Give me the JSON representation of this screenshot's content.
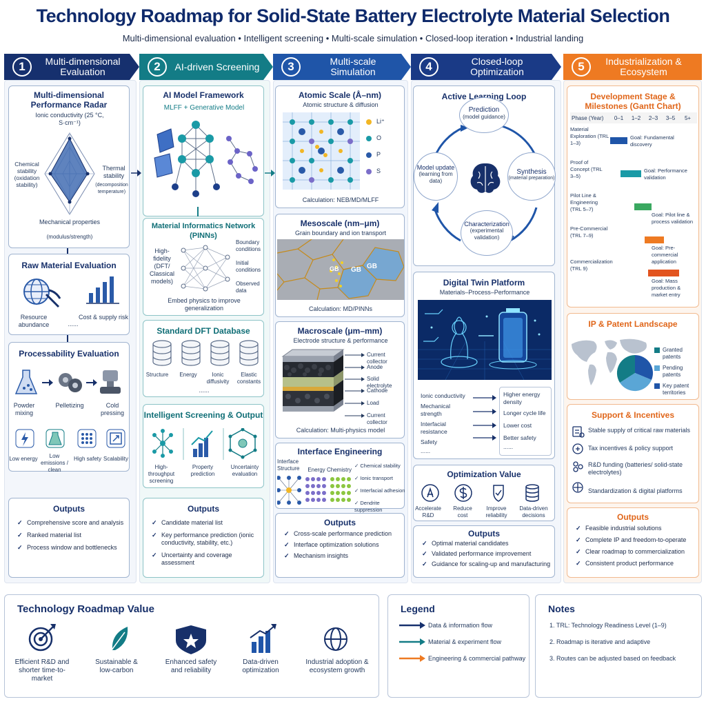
{
  "title": "Technology Roadmap for Solid-State Battery Electrolyte Material Selection",
  "subtitle": "Multi-dimensional evaluation • Intelligent screening • Multi-scale simulation • Closed-loop iteration • Industrial landing",
  "columns": [
    {
      "num": "1",
      "label": "Multi-dimensional Evaluation"
    },
    {
      "num": "2",
      "label": "AI-driven Screening"
    },
    {
      "num": "3",
      "label": "Multi-scale Simulation"
    },
    {
      "num": "4",
      "label": "Closed-loop Optimization"
    },
    {
      "num": "5",
      "label": "Industrialization & Ecosystem"
    }
  ],
  "c1": {
    "radar_title": "Multi-dimensional Performance Radar",
    "radar_top": "Ionic conductivity (25 °C, S·cm⁻¹)",
    "radar_left": "Chemical stability (oxidation stability)",
    "radar_right": "Thermal stability",
    "radar_right_sub": "(decomposition temperature)",
    "radar_bottom": "Mechanical properties",
    "radar_bottom_sub": "(modulus/strength)",
    "raw_title": "Raw Material Evaluation",
    "raw_a": "Resource abundance",
    "raw_dots": "......",
    "raw_b": "Cost & supply risk",
    "proc_title": "Processability Evaluation",
    "proc_steps": [
      "Powder mixing",
      "Pelletizing",
      "Cold pressing"
    ],
    "proc_attrs": [
      "Low energy",
      "Low emissions / clean",
      "High safety",
      "Scalability"
    ],
    "outputs_title": "Outputs",
    "outputs": [
      "Comprehensive score and analysis",
      "Ranked material list",
      "Process window and bottlenecks"
    ]
  },
  "c2": {
    "ai_title": "AI Model Framework",
    "ai_sub": "MLFF + Generative Model",
    "mi_title": "Material Informatics Network (PINNs)",
    "mi_left": "High-fidelity (DFT/ Classical models)",
    "mi_right": [
      "Boundary conditions",
      "Initial conditions",
      "Observed data"
    ],
    "mi_bottom": "Embed physics to improve generalization",
    "db_title": "Standard DFT Database",
    "db_items": [
      "Structure",
      "Energy",
      "Ionic diffusivity",
      "Elastic constants"
    ],
    "db_dots": "......",
    "is_title": "Intelligent Screening & Output",
    "is_items": [
      "High-throughput screening",
      "Property prediction",
      "Uncertainty evaluation"
    ],
    "outputs_title": "Outputs",
    "outputs": [
      "Candidate material list",
      "Key performance prediction (ionic conductivity, stability, etc.)",
      "Uncertainty and coverage assessment"
    ]
  },
  "c3": {
    "atomic_title": "Atomic Scale (Å–nm)",
    "atomic_sub": "Atomic structure & diffusion",
    "atoms": [
      "Li⁺",
      "O",
      "P",
      "S"
    ],
    "atomic_calc": "Calculation: NEB/MD/MLFF",
    "meso_title": "Mesoscale (nm–μm)",
    "meso_sub": "Grain boundary and ion transport",
    "gb": "GB",
    "meso_calc": "Calculation: MD/PINNs",
    "macro_title": "Macroscale (μm–mm)",
    "macro_sub": "Electrode structure & performance",
    "layers": [
      "Current collector",
      "Anode",
      "Solid electrolyte",
      "Cathode",
      "Load",
      "Current collector"
    ],
    "macro_calc": "Calculation: Multi-physics model",
    "ie_title": "Interface Engineering",
    "ie_items": [
      "Interface Structure",
      "Energy",
      "Chemistry"
    ],
    "ie_list": [
      "Chemical stability",
      "Ionic transport",
      "Interfacial adhesion",
      "Dendrite suppression"
    ],
    "outputs_title": "Outputs",
    "outputs": [
      "Cross-scale performance prediction",
      "Interface optimization solutions",
      "Mechanism insights"
    ]
  },
  "c4": {
    "al_title": "Active Learning Loop",
    "nodes": [
      {
        "t": "Prediction",
        "s": "(model guidance)"
      },
      {
        "t": "Synthesis",
        "s": "(material preparation)"
      },
      {
        "t": "Characterization",
        "s": "(experimental validation)"
      },
      {
        "t": "Model update",
        "s": "(learning from data)"
      }
    ],
    "dt_title": "Digital Twin Platform",
    "dt_sub": "Materials–Process–Performance",
    "dt_left": [
      "Ionic conductivity",
      "Mechanical strength",
      "Interfacial resistance",
      "Safety",
      "......"
    ],
    "dt_right": [
      "Higher energy density",
      "Longer cycle life",
      "Lower cost",
      "Better safety",
      "......"
    ],
    "ov_title": "Optimization Value",
    "ov_items": [
      "Accelerate R&D",
      "Reduce cost",
      "Improve reliability",
      "Data-driven decisions"
    ],
    "outputs_title": "Outputs",
    "outputs": [
      "Optimal material candidates",
      "Validated performance improvement",
      "Guidance for scaling-up and manufacturing"
    ]
  },
  "c5": {
    "gantt_title": "Development Stage & Milestones (Gantt Chart)",
    "gantt_head": [
      "Phase (Year)",
      "0–1",
      "1–2",
      "2–3",
      "3–5",
      "5+"
    ],
    "gantt_rows": [
      {
        "phase": "Material Exploration (TRL 1–3)",
        "goal": "Goal: Fundamental discovery",
        "color": "#1f55a8",
        "start": 0.0,
        "end": 1.0
      },
      {
        "phase": "Proof of Concept (TRL 3–5)",
        "goal": "Goal: Performance validation",
        "color": "#1a9aa6",
        "start": 0.6,
        "end": 1.8
      },
      {
        "phase": "Pilot Line & Engineering (TRL 5–7)",
        "goal": "Goal: Pilot line & process validation",
        "color": "#3aa860",
        "start": 1.4,
        "end": 2.4
      },
      {
        "phase": "Pre-Commercial (TRL 7–9)",
        "goal": "Goal: Pre-commercial application",
        "color": "#ee7a22",
        "start": 2.0,
        "end": 3.2
      },
      {
        "phase": "Commercialization (TRL 9)",
        "goal": "Goal: Mass production & market entry",
        "color": "#e2541f",
        "start": 2.2,
        "end": 5.0
      }
    ],
    "ip_title": "IP & Patent Landscape",
    "ip_legend": [
      {
        "label": "Granted patents",
        "color": "#137c86"
      },
      {
        "label": "Pending patents",
        "color": "#5aa6d6"
      },
      {
        "label": "Key patent territories",
        "color": "#1f55a8"
      }
    ],
    "si_title": "Support & Incentives",
    "si_items": [
      "Stable supply of critical raw materials",
      "Tax incentives & policy support",
      "R&D funding (batteries/ solid-state electrolytes)",
      "Standardization & digital platforms"
    ],
    "outputs_title": "Outputs",
    "outputs": [
      "Feasible industrial solutions",
      "Complete IP and freedom-to-operate",
      "Clear roadmap to commercialization",
      "Consistent product performance"
    ]
  },
  "value": {
    "title": "Technology Roadmap Value",
    "items": [
      "Efficient R&D and shorter time-to-market",
      "Sustainable & low-carbon",
      "Enhanced safety and reliability",
      "Data-driven optimization",
      "Industrial adoption & ecosystem growth"
    ]
  },
  "legend": {
    "title": "Legend",
    "items": [
      {
        "label": "Data & information flow",
        "color": "#16306e"
      },
      {
        "label": "Material & experiment flow",
        "color": "#137c86"
      },
      {
        "label": "Engineering & commercial pathway",
        "color": "#ee7a22"
      }
    ]
  },
  "notes": {
    "title": "Notes",
    "items": [
      "1.  TRL: Technology Readiness Level (1–9)",
      "2.  Roadmap is iterative and adaptive",
      "3.  Routes can be adjusted based on feedback"
    ]
  }
}
